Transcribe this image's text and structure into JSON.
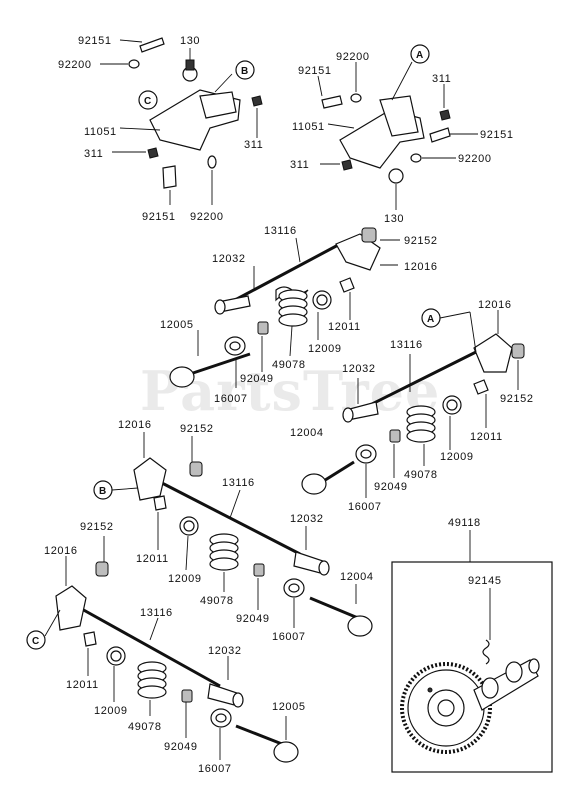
{
  "watermark": "PartsTree",
  "callouts": {
    "a": "A",
    "b": "B",
    "c": "C"
  },
  "labels": {
    "p92151": "92151",
    "p130": "130",
    "p92200": "92200",
    "p11051": "11051",
    "p311": "311",
    "p13116": "13116",
    "p92152": "92152",
    "p12016": "12016",
    "p12032": "12032",
    "p12005": "12005",
    "p12011": "12011",
    "p49078": "49078",
    "p12009": "12009",
    "p92049": "92049",
    "p16007": "16007",
    "p12004": "12004",
    "p49118": "49118",
    "p92145": "92145"
  }
}
